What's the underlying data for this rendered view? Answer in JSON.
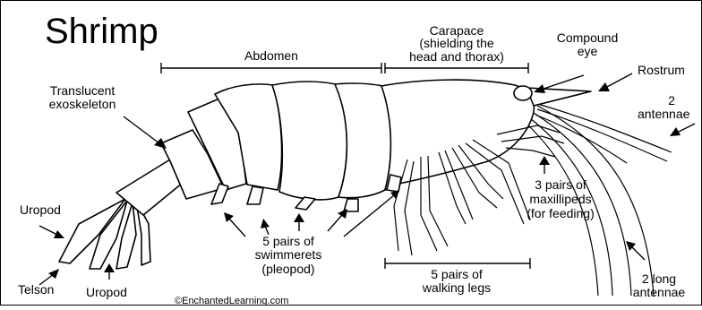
{
  "title": "Shrimp",
  "copyright": "©EnchantedLearning.com",
  "labels": {
    "abdomen": "Abdomen",
    "carapace": [
      "Carapace",
      "(shielding the",
      "head and thorax)"
    ],
    "compound_eye": [
      "Compound",
      "eye"
    ],
    "rostrum": "Rostrum",
    "antennae_short": [
      "2",
      "antennae"
    ],
    "translucent_exoskeleton": [
      "Translucent",
      "exoskeleton"
    ],
    "maxillipeds": [
      "3 pairs of",
      "maxillipeds",
      "(for feeding)"
    ],
    "uropod_left": "Uropod",
    "telson": "Telson",
    "uropod_bottom": "Uropod",
    "swimmerets": [
      "5 pairs of",
      "swimmerets",
      "(pleopod)"
    ],
    "walking_legs": [
      "5 pairs of",
      "walking legs"
    ],
    "antennae_long": [
      "2  long",
      "antennae"
    ]
  }
}
